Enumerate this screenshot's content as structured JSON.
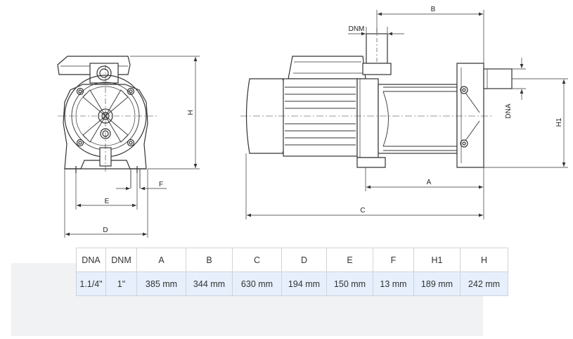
{
  "dimension_labels": {
    "B": "B",
    "DNM": "DNM",
    "DNA": "DNA",
    "H1": "H1",
    "H": "H",
    "A": "A",
    "C": "C",
    "F": "F",
    "E": "E",
    "D": "D"
  },
  "table": {
    "headers": [
      "DNA",
      "DNM",
      "A",
      "B",
      "C",
      "D",
      "E",
      "F",
      "H1",
      "H"
    ],
    "values": [
      "1.1/4\"",
      "1\"",
      "385 mm",
      "344 mm",
      "630 mm",
      "194 mm",
      "150 mm",
      "13 mm",
      "189 mm",
      "242 mm"
    ]
  }
}
